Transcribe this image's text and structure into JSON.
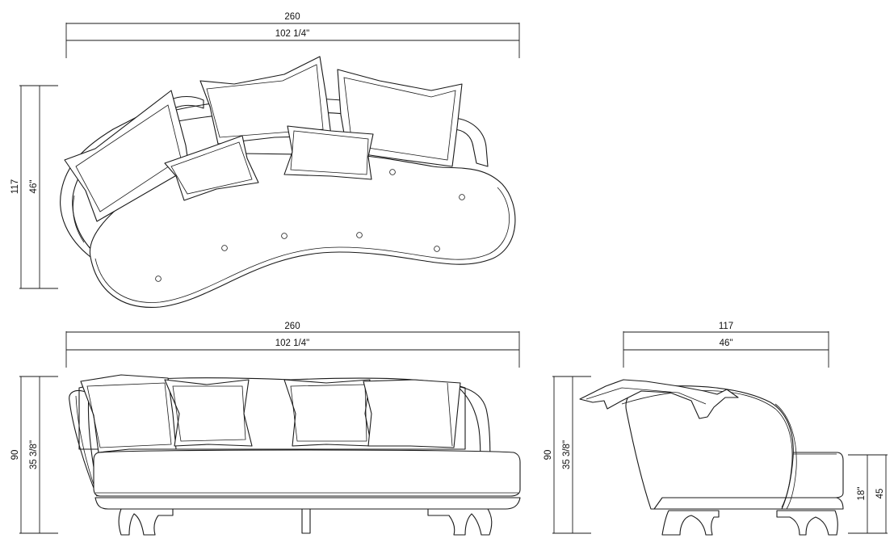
{
  "top_view": {
    "width_cm": "260",
    "width_in": "102 1/4\"",
    "depth_cm": "117",
    "depth_in": "46\""
  },
  "front_view": {
    "width_cm": "260",
    "width_in": "102 1/4\"",
    "height_cm": "90",
    "height_in": "35 3/8\""
  },
  "side_view": {
    "depth_cm": "117",
    "depth_in": "46\"",
    "height_cm": "90",
    "height_in": "35 3/8\"",
    "seat_height_cm": "45",
    "seat_height_in": "18\""
  }
}
